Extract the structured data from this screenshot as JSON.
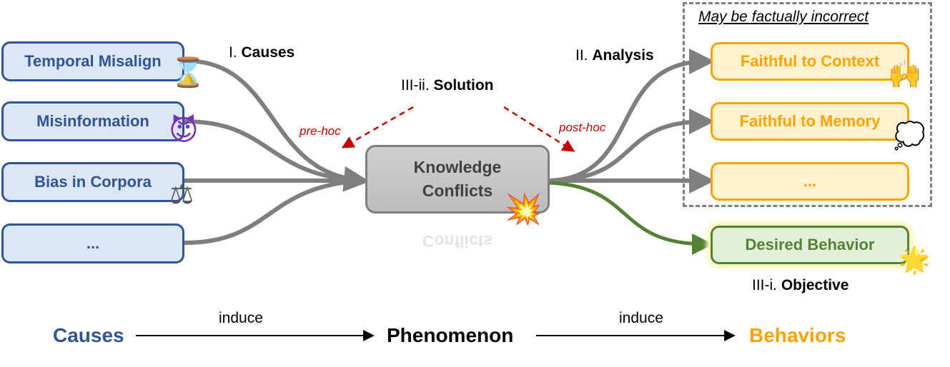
{
  "causes": [
    "Temporal Misalign",
    "Misinformation",
    "Bias in Corpora",
    "..."
  ],
  "behaviors": [
    "Faithful to Context",
    "Faithful to Memory",
    "..."
  ],
  "desired": "Desired Behavior",
  "core": {
    "line1": "Knowledge",
    "line2": "Conflicts"
  },
  "sections": {
    "causes": {
      "prefix": "I. ",
      "label": "Causes"
    },
    "analysis": {
      "prefix": "II. ",
      "label": "Analysis"
    },
    "solution": {
      "prefix": "III-ii. ",
      "label": "Solution"
    },
    "objective": {
      "prefix": "III-i. ",
      "label": "Objective"
    }
  },
  "notes": {
    "pre": "pre-hoc",
    "post": "post-hoc"
  },
  "disclaimer": "May be factually incorrect",
  "bottom": {
    "causes": "Causes",
    "phenomenon": "Phenomenon",
    "behaviors": "Behaviors",
    "induce1": "induce",
    "induce2": "induce"
  },
  "icons": [
    "hourglass-icon",
    "devil-icon",
    "scales-icon",
    "collision-icon",
    "raised-hands-icon",
    "thought-bubble-icon",
    "star-icon"
  ],
  "colors": {
    "cause": "#2f5597",
    "behavior": "#ffa200",
    "desired": "#548235",
    "arrow": "#7f7f7f",
    "note": "#c00000"
  }
}
